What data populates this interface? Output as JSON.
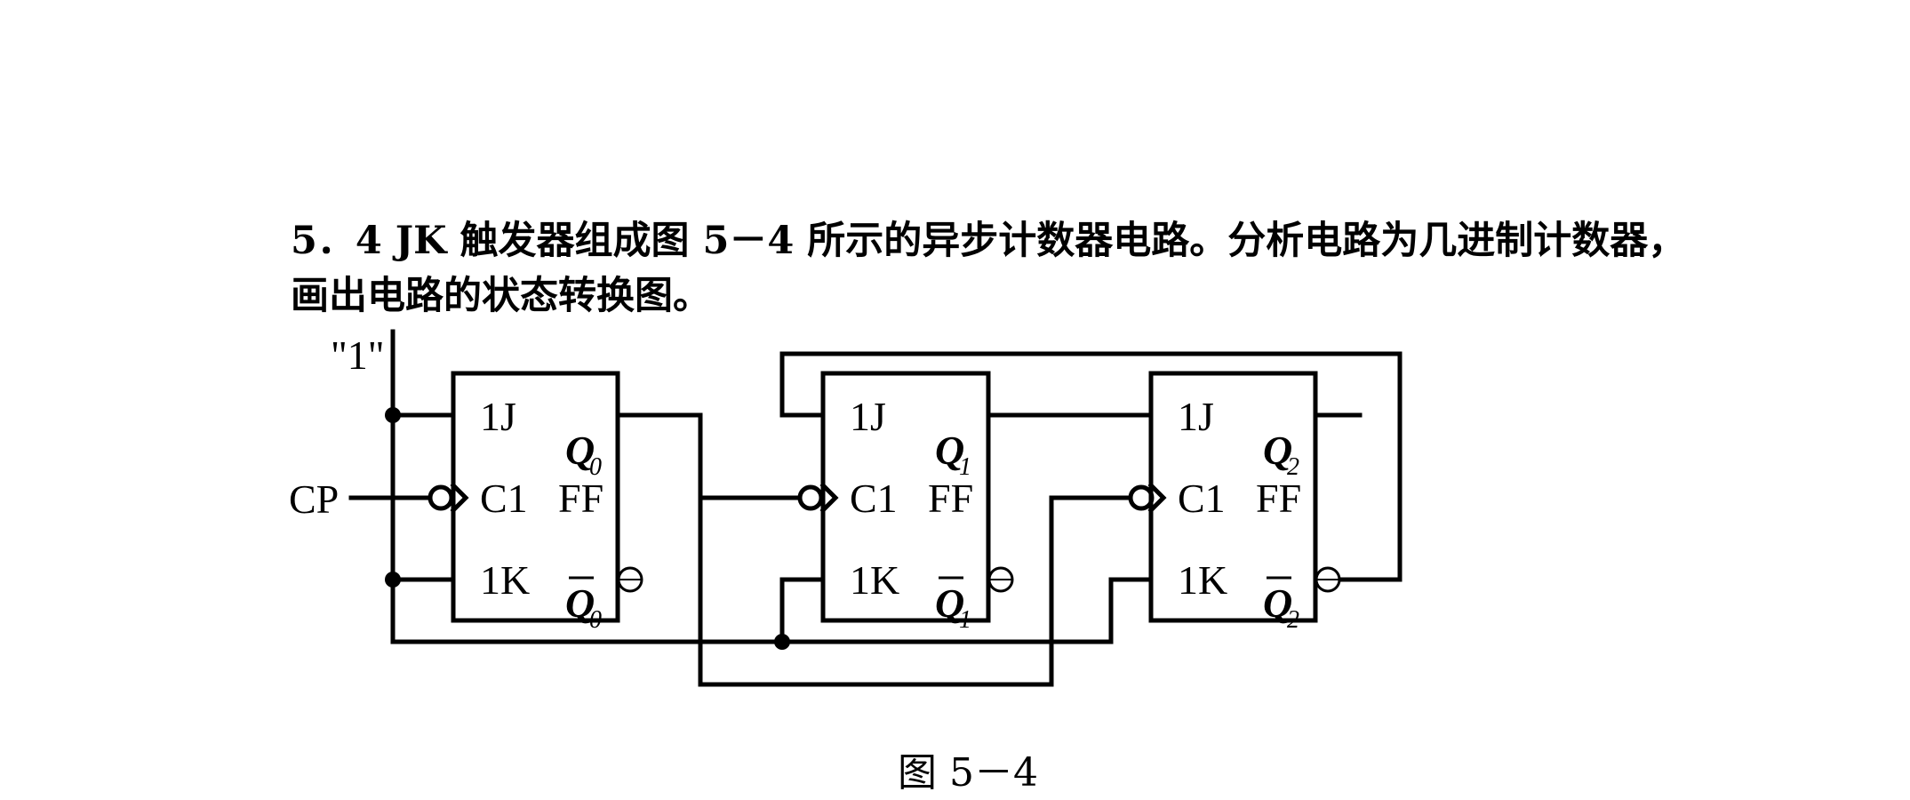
{
  "problem": {
    "line1": "5．4 JK 触发器组成图 5－4 所示的异步计数器电路。分析电路为几进制计数器，",
    "line2": "画出电路的状态转换图。"
  },
  "circuit": {
    "const_input": "\"1\"",
    "clock_input": "CP",
    "flip_flops": [
      {
        "j": "1J",
        "c": "C1",
        "k": "1K",
        "type": "FF",
        "q": "Q",
        "sub": "0"
      },
      {
        "j": "1J",
        "c": "C1",
        "k": "1K",
        "type": "FF",
        "q": "Q",
        "sub": "1"
      },
      {
        "j": "1J",
        "c": "C1",
        "k": "1K",
        "type": "FF",
        "q": "Q",
        "sub": "2"
      }
    ]
  },
  "caption": "图 5－4"
}
